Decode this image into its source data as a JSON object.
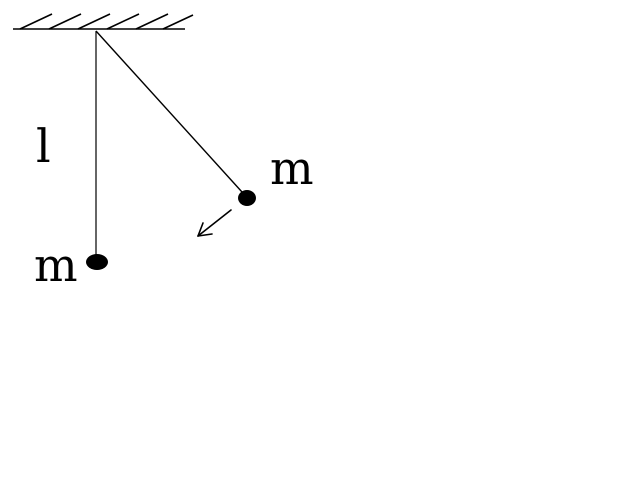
{
  "labels": {
    "length": "l",
    "mass_hanging": "m",
    "mass_displaced": "m"
  },
  "colors": {
    "ink": "#000000",
    "background": "#ffffff"
  },
  "icons": {
    "support": "hatched-ceiling-icon",
    "motion": "arrow-down-left-icon"
  }
}
